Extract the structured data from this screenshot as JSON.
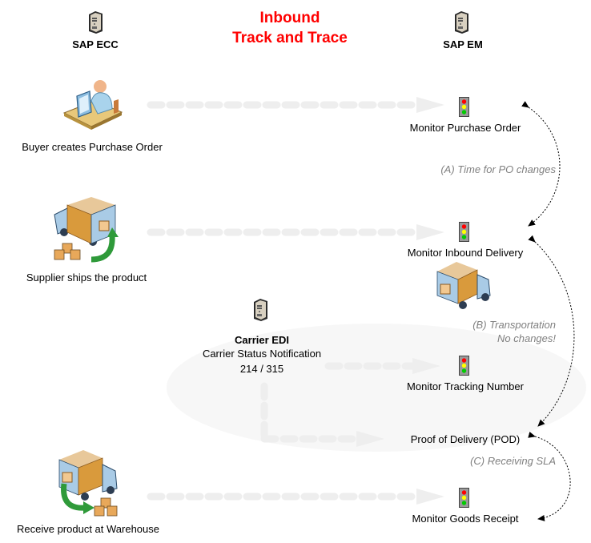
{
  "title": {
    "line1": "Inbound",
    "line2": "Track and Trace",
    "color": "#ff0000"
  },
  "systems": {
    "ecc": {
      "label": "SAP ECC",
      "icon": "server-icon"
    },
    "em": {
      "label": "SAP EM",
      "icon": "server-icon"
    },
    "carrier": {
      "label": "Carrier EDI",
      "sub1": "Carrier Status Notification",
      "sub2": "214 / 315",
      "icon": "server-icon"
    }
  },
  "ecc_steps": [
    {
      "label": "Buyer creates Purchase Order",
      "icon": "buyer-at-computer-icon"
    },
    {
      "label": "Supplier ships the product",
      "icon": "truck-loading-icon"
    },
    {
      "label": "Receive product at Warehouse",
      "icon": "truck-unloading-icon"
    }
  ],
  "em_steps": [
    {
      "label": "Monitor Purchase Order",
      "icon": "traffic-light-icon"
    },
    {
      "label": "Monitor Inbound Delivery",
      "icon": "traffic-light-icon"
    },
    {
      "label": "Monitor Tracking Number",
      "icon": "traffic-light-icon"
    },
    {
      "label": "Proof of Delivery (POD)",
      "icon": ""
    },
    {
      "label": "Monitor Goods Receipt",
      "icon": "traffic-light-icon"
    }
  ],
  "notes": {
    "a": "(A) Time for PO changes",
    "b1": "(B) Transportation",
    "b2": "No changes!",
    "c": "(C) Receiving SLA"
  },
  "colors": {
    "flow_arrow": "#eeeeee",
    "ellipse": "#f7f7f7",
    "note_text": "#808080",
    "light_red": "#ff0000",
    "light_yellow": "#ffff00",
    "light_green": "#00cc00"
  }
}
